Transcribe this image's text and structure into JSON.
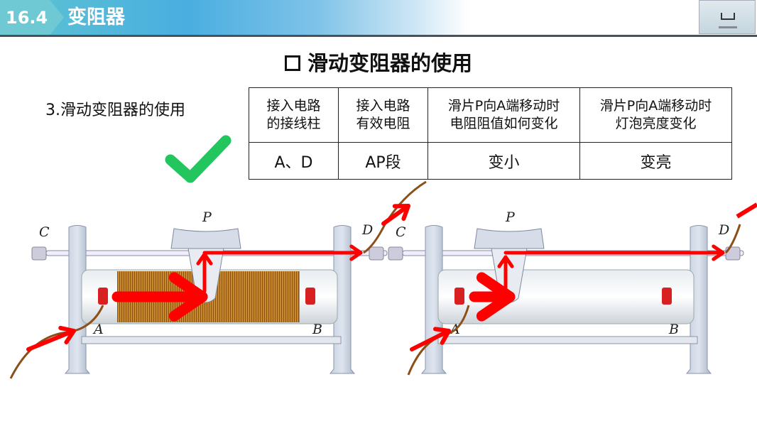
{
  "header": {
    "section_number": "16.4",
    "section_title": "变阻器"
  },
  "title": "滑动变阻器的使用",
  "subtitle": "3.滑动变阻器的使用",
  "table": {
    "headers": [
      [
        "接入电路",
        "的接线柱"
      ],
      [
        "接入电路",
        "有效电阻"
      ],
      [
        "滑片P向A端移动时",
        "电阻阻值如何变化"
      ],
      [
        "滑片P向A端移动时",
        "灯泡亮度变化"
      ]
    ],
    "row": [
      "A、D",
      "AP段",
      "变小",
      "变亮"
    ]
  },
  "diagram_labels": {
    "C": "C",
    "D": "D",
    "P": "P",
    "A": "A",
    "B": "B"
  },
  "colors": {
    "arrow": "#ff0000",
    "check": "#22c55e",
    "coil": "#b9741f"
  }
}
